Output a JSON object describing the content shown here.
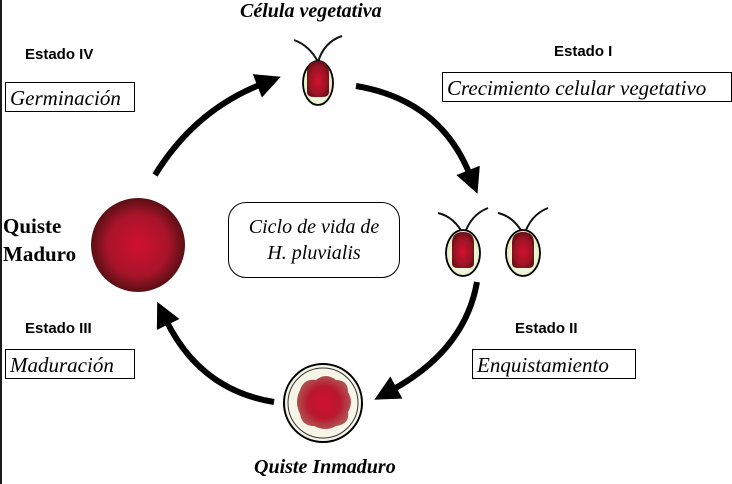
{
  "title": "Ciclo de vida de H. pluvialis",
  "center": {
    "line1": "Ciclo de vida de",
    "line2": "H. pluvialis"
  },
  "cells": {
    "vegetative": "Célula vegetativa",
    "mature_cyst_line1": "Quiste",
    "mature_cyst_line2": "Maduro",
    "immature_cyst": "Quiste Inmaduro"
  },
  "stages": [
    {
      "id": "I",
      "label": "Estado I",
      "name": "Crecimiento celular vegetativo"
    },
    {
      "id": "II",
      "label": "Estado II",
      "name": "Enquistamiento"
    },
    {
      "id": "III",
      "label": "Estado III",
      "name": "Maduración"
    },
    {
      "id": "IV",
      "label": "Estado IV",
      "name": "Germinación"
    }
  ],
  "colors": {
    "cyst_red": "#c8102e",
    "cyst_dark": "#5a0f14",
    "cell_green": "#e8f0c8",
    "cyst_wall": "#f7f5e8",
    "arrow": "#000000"
  }
}
